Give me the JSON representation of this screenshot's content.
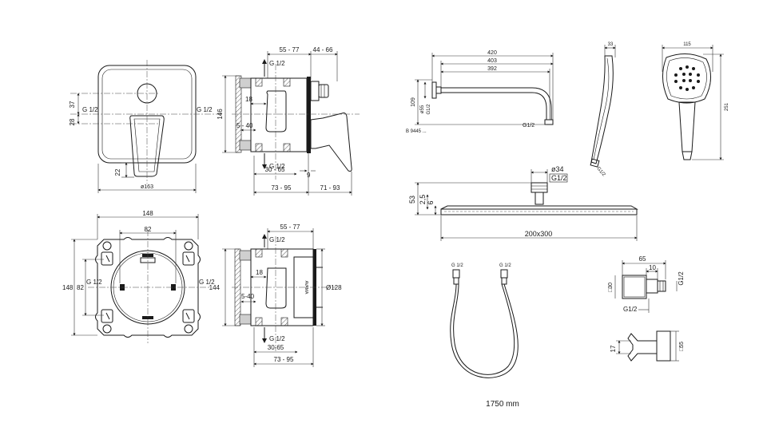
{
  "views": {
    "mixer_front": {
      "dims": {
        "d37": "37",
        "d28": "28",
        "d22": "22",
        "dia": "ø163"
      },
      "labels": {
        "g_left": "G 1/2",
        "g_right": "G 1/2"
      }
    },
    "mixer_side": {
      "dims": {
        "top1": "55 - 77",
        "top2": "44 - 66",
        "h146": "146",
        "d18": "18",
        "d540": "5 - 40",
        "d3065": "30 - 65",
        "d9": "9",
        "b1": "73 - 95",
        "b2": "71 - 93"
      },
      "labels": {
        "g_top": "G 1/2",
        "g_bottom": "G 1/2"
      }
    },
    "box_front": {
      "dims": {
        "w148": "148",
        "w82": "82",
        "h148": "148",
        "h82": "82"
      },
      "labels": {
        "g_left": "G 1/2",
        "g_right": "G 1/2"
      }
    },
    "box_side": {
      "dims": {
        "top": "55 - 77",
        "h144": "144",
        "d18": "18",
        "d540": "5-40",
        "d3065": "30-65",
        "b": "73 - 95",
        "dia": "Ø128"
      },
      "labels": {
        "g_top": "G 1/2",
        "g_bottom": "G 1/2"
      }
    },
    "arm": {
      "dims": {
        "d420": "420",
        "d403": "403",
        "d392": "392",
        "d109": "109",
        "d55": "ø55",
        "g": "G1/2",
        "g_end": "G1/2"
      },
      "code": "B 9445 ..."
    },
    "handshower_side": {
      "dims": {
        "w33": "33",
        "g": "G1/2"
      }
    },
    "handshower_front": {
      "dims": {
        "w115": "115",
        "h251": "251"
      }
    },
    "rain_head": {
      "dims": {
        "dia34": "ø34",
        "g": "G1/2",
        "h53": "53",
        "h25": "2,5",
        "h6": "6",
        "size": "200x300"
      }
    },
    "hose": {
      "labels": {
        "g_left": "G 1/2",
        "g_right": "G 1/2"
      },
      "length": "1750 mm"
    },
    "elbow": {
      "dims": {
        "w65": "65",
        "w10": "10",
        "sq30": "□30",
        "g_right": "G1/2",
        "g_bottom": "G1/2"
      }
    },
    "holder": {
      "dims": {
        "d17": "17",
        "sq55": "□55"
      }
    }
  }
}
